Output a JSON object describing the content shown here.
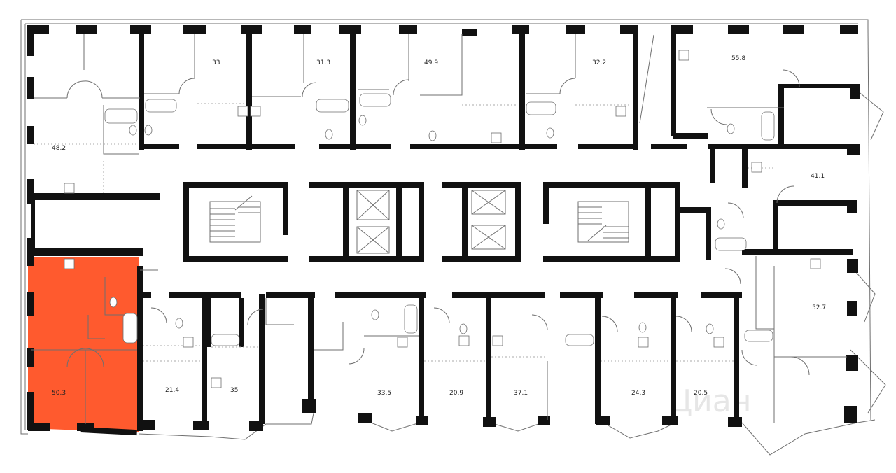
{
  "floorplan": {
    "selected_apartment": "50.3",
    "accent_color": "#ff5a2e",
    "apartments": [
      {
        "id": "apt-48-2",
        "area": "48.2"
      },
      {
        "id": "apt-33",
        "area": "33"
      },
      {
        "id": "apt-31-3",
        "area": "31.3"
      },
      {
        "id": "apt-49-9",
        "area": "49.9"
      },
      {
        "id": "apt-32-2",
        "area": "32.2"
      },
      {
        "id": "apt-55-8",
        "area": "55.8"
      },
      {
        "id": "apt-41-1",
        "area": "41.1"
      },
      {
        "id": "apt-52-7",
        "area": "52.7"
      },
      {
        "id": "apt-50-3",
        "area": "50.3"
      },
      {
        "id": "apt-21-4",
        "area": "21.4"
      },
      {
        "id": "apt-35",
        "area": "35"
      },
      {
        "id": "apt-33-5",
        "area": "33.5"
      },
      {
        "id": "apt-20-9",
        "area": "20.9"
      },
      {
        "id": "apt-37-1",
        "area": "37.1"
      },
      {
        "id": "apt-24-3",
        "area": "24.3"
      },
      {
        "id": "apt-20-5",
        "area": "20.5"
      }
    ],
    "watermark": "Циан"
  }
}
